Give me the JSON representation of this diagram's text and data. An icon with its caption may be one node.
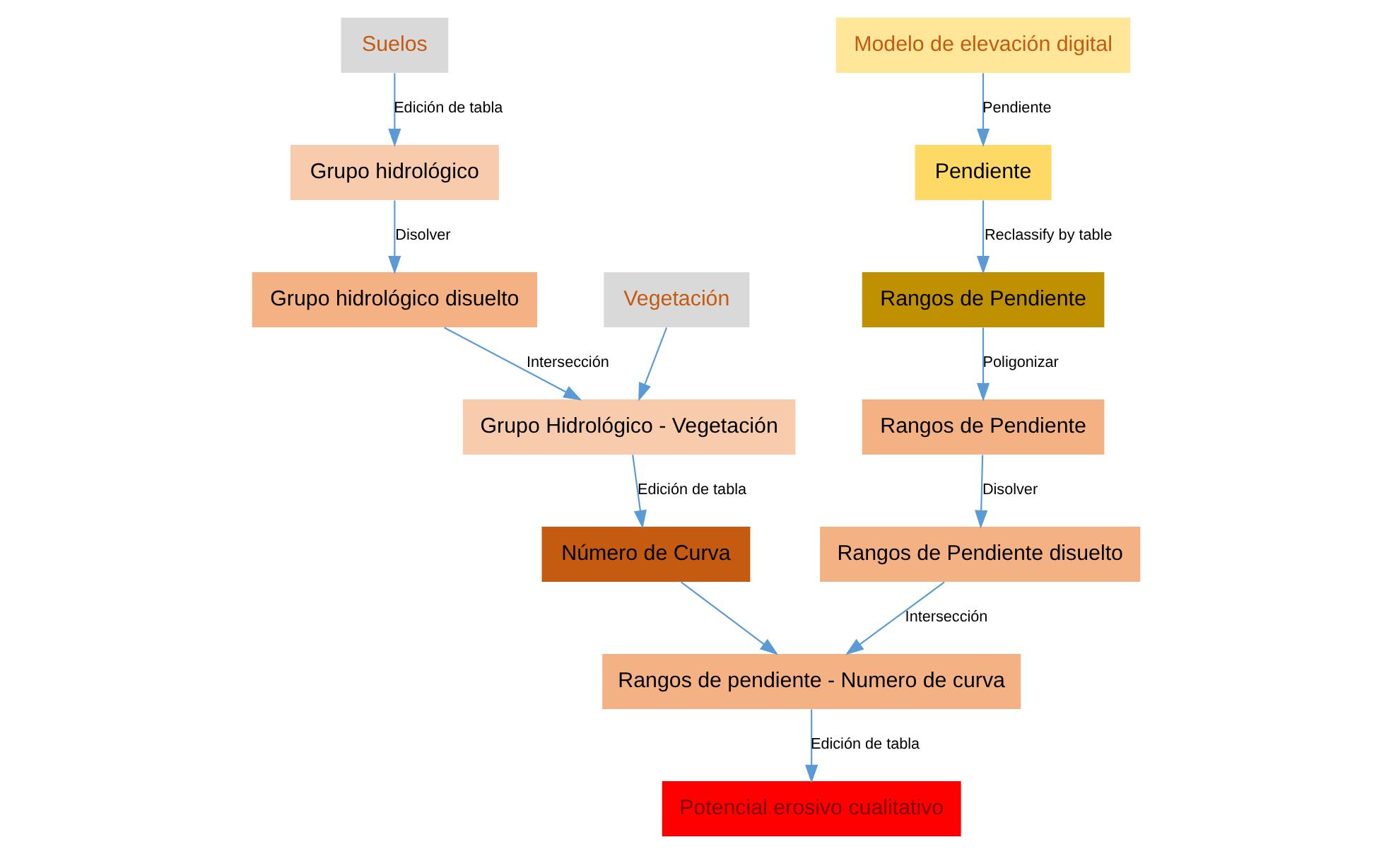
{
  "diagram": {
    "nodes": [
      {
        "text": [
          "Suelos"
        ]
      },
      {
        "text": [
          "Grupo hidrológico"
        ]
      },
      {
        "text": [
          "Grupo hidrológico disuelto"
        ]
      },
      {
        "text": [
          "Vegetación"
        ]
      },
      {
        "text": [
          "Grupo Hidrológico - Vegetación"
        ]
      },
      {
        "text": [
          "Número de Curva"
        ]
      },
      {
        "text": [
          "Modelo de elevación digital"
        ]
      },
      {
        "text": [
          "Pendiente"
        ]
      },
      {
        "text": [
          "Rangos de Pendiente"
        ]
      },
      {
        "text": [
          "Rangos de Pendiente"
        ]
      },
      {
        "text": [
          "Rangos de Pendiente disuelto"
        ]
      },
      {
        "text": [
          "Potencial erosivo cualitativo"
        ]
      },
      {
        "text": [
          "Rangos de pendiente - Numero de curva"
        ]
      }
    ],
    "edges": [
      {
        "from": 0,
        "to": 1,
        "arrow": "to",
        "label": "Edición de tabla"
      },
      {
        "from": 1,
        "to": 2,
        "arrow": "to",
        "label": "Disolver"
      },
      {
        "from": 2,
        "to": 4,
        "arrow": "to",
        "label": "Intersección"
      },
      {
        "from": 3,
        "to": 4,
        "arrow": "to"
      },
      {
        "from": 4,
        "to": 5,
        "arrow": "to",
        "label": "Edición de tabla"
      },
      {
        "from": 6,
        "to": 7,
        "arrow": "to",
        "label": "Pendiente"
      },
      {
        "from": 7,
        "to": 8,
        "arrow": "to",
        "label": "Reclassify by table"
      },
      {
        "from": 8,
        "to": 9,
        "arrow": "to",
        "label": "Poligonizar"
      },
      {
        "from": 9,
        "to": 10,
        "arrow": "to",
        "label": "Disolver"
      },
      {
        "from": 10,
        "to": 12,
        "arrow": "to",
        "label": "Intersección"
      },
      {
        "from": 5,
        "to": 12,
        "arrow": "to"
      },
      {
        "from": 12,
        "to": 11,
        "arrow": "to",
        "label": "Edición de tabla"
      }
    ]
  }
}
